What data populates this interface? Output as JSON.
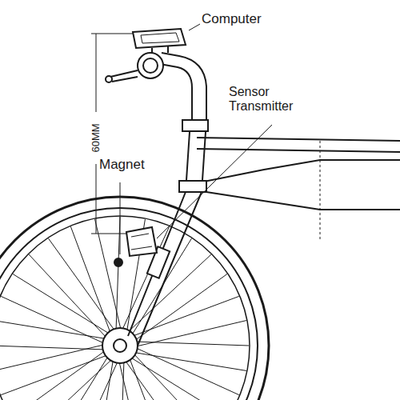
{
  "diagram": {
    "labels": [
      "Computer",
      "Sensor Transmitter",
      "Magnet",
      "60MM"
    ]
  }
}
